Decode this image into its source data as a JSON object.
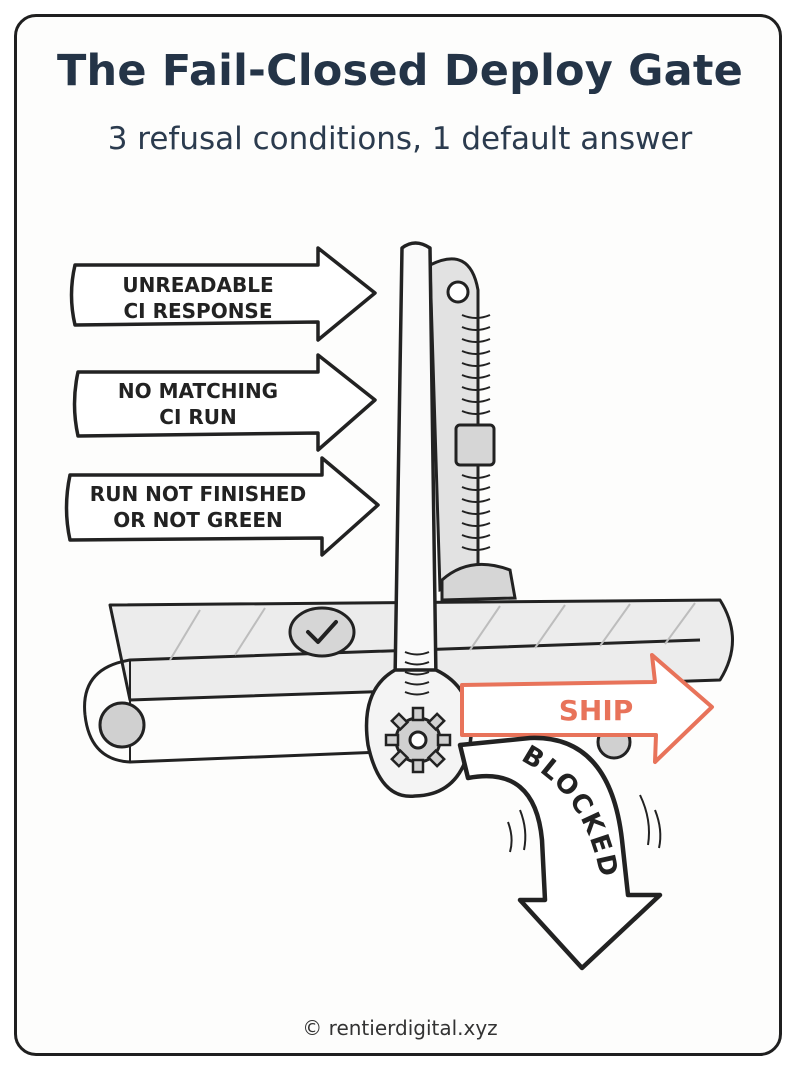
{
  "header": {
    "title": "The Fail-Closed Deploy Gate",
    "subtitle": "3 refusal conditions, 1 default answer"
  },
  "conditions": [
    {
      "line1": "UNREADABLE",
      "line2": "CI RESPONSE"
    },
    {
      "line1": "NO MATCHING",
      "line2": "CI RUN"
    },
    {
      "line1": "RUN NOT FINISHED",
      "line2": "OR NOT GREEN"
    }
  ],
  "outcomes": {
    "ship": "SHIP",
    "blocked": "BLOCKED"
  },
  "colors": {
    "title": "#243447",
    "ship_accent": "#e8735a",
    "ink": "#222222",
    "metal": "#d8d8d8"
  },
  "footer": {
    "credit": "© rentierdigital.xyz"
  }
}
